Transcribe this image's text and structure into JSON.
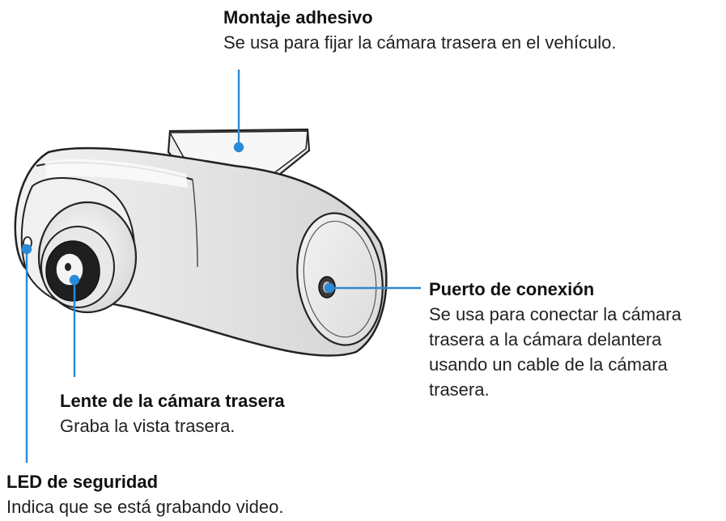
{
  "callouts": {
    "mount": {
      "title": "Montaje adhesivo",
      "desc": "Se usa para fijar la cámara trasera en el vehículo."
    },
    "port": {
      "title": "Puerto de conexión",
      "desc_lines": [
        "Se usa para conectar la cámara",
        "trasera a la cámara delantera",
        "usando un cable de la cámara",
        "trasera."
      ]
    },
    "lens": {
      "title": "Lente de la cámara trasera",
      "desc": "Graba la vista trasera."
    },
    "led": {
      "title": "LED de seguridad",
      "desc": "Indica que se está grabando video."
    }
  },
  "colors": {
    "leader_line": "#2b8ad6",
    "camera_body": "#e6e6e6",
    "outline": "#222222"
  }
}
